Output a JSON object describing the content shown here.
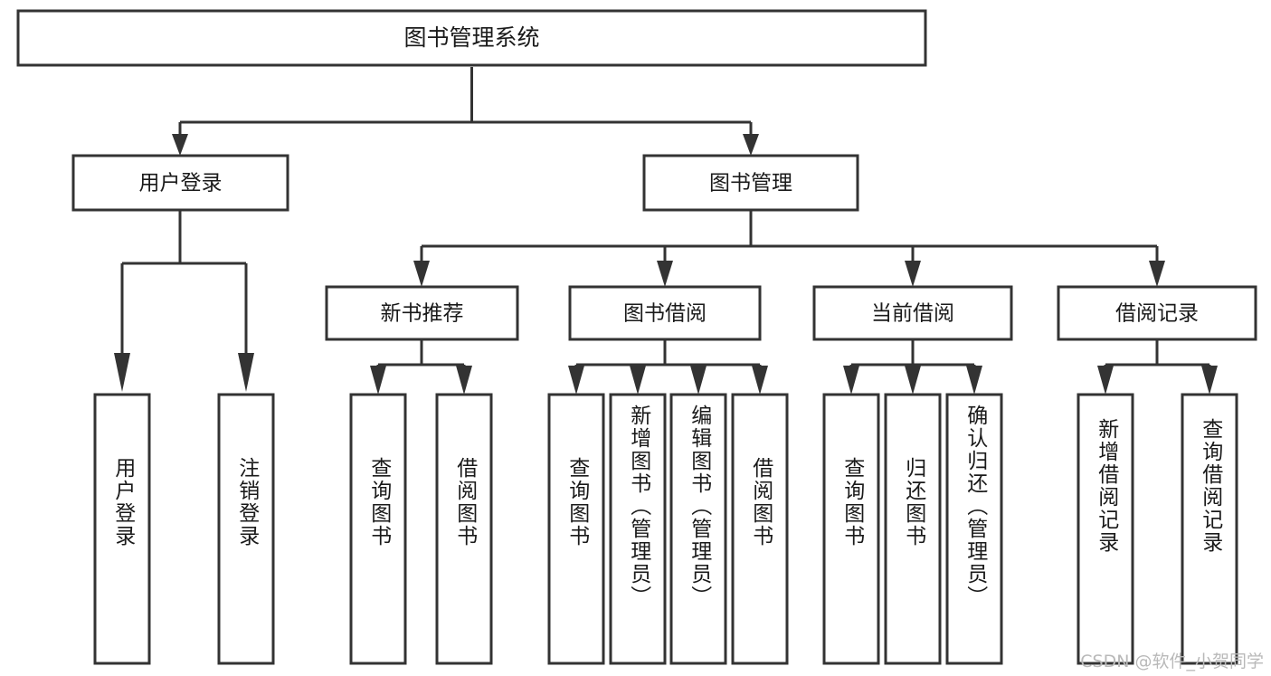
{
  "diagram": {
    "title": "图书管理系统",
    "type": "tree-hierarchy-chart",
    "watermark": "CSDN @软件_小贺同学",
    "colors": {
      "stroke": "#333333",
      "box_fill": "#ffffff",
      "text": "#1a1a1a",
      "background": "#ffffff",
      "watermark": "#b9b9b9"
    },
    "root": {
      "label": "图书管理系统"
    },
    "level2": [
      {
        "label": "用户登录"
      },
      {
        "label": "图书管理"
      }
    ],
    "level3": [
      {
        "label": "新书推荐"
      },
      {
        "label": "图书借阅"
      },
      {
        "label": "当前借阅"
      },
      {
        "label": "借阅记录"
      }
    ],
    "leaves": {
      "user_login": [
        {
          "label": "用户登录"
        },
        {
          "label": "注销登录"
        }
      ],
      "new_book_recommend": [
        {
          "label": "查询图书"
        },
        {
          "label": "借阅图书"
        }
      ],
      "book_borrow": [
        {
          "label": "查询图书"
        },
        {
          "label": "新增图书（管理员）"
        },
        {
          "label": "编辑图书（管理员）"
        },
        {
          "label": "借阅图书"
        }
      ],
      "current_borrow": [
        {
          "label": "查询图书"
        },
        {
          "label": "归还图书"
        },
        {
          "label": "确认归还（管理员）"
        }
      ],
      "borrow_record": [
        {
          "label": "新增借阅记录"
        },
        {
          "label": "查询借阅记录"
        }
      ]
    }
  }
}
